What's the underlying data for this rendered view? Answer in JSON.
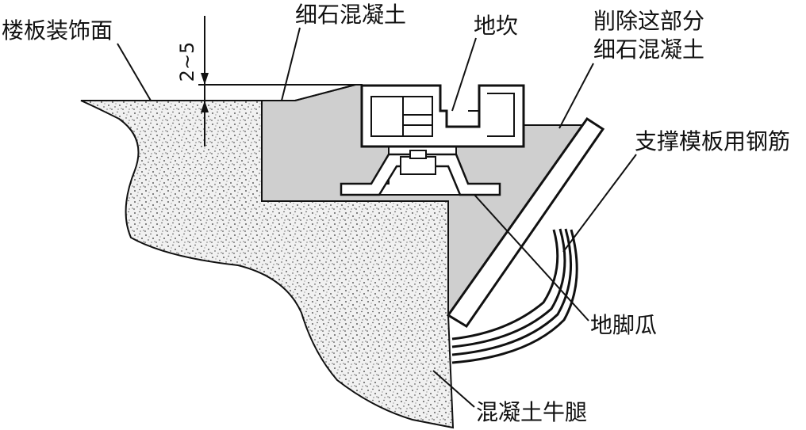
{
  "labels": {
    "floor_finish": "楼板装饰面",
    "fine_concrete_top": "细石混凝土",
    "floor_sill": "地坎",
    "remove_part_line1": "削除这部分",
    "remove_part_line2": "细石混凝土",
    "formwork_rebar": "支撑模板用钢筋",
    "anchor_claw": "地脚瓜",
    "concrete_corbel": "混凝土牛腿"
  },
  "dimension": {
    "value": "2~5"
  },
  "colors": {
    "concrete_fill": "#ececec",
    "fine_concrete_fill": "#cfcfcf",
    "line": "#111111"
  }
}
